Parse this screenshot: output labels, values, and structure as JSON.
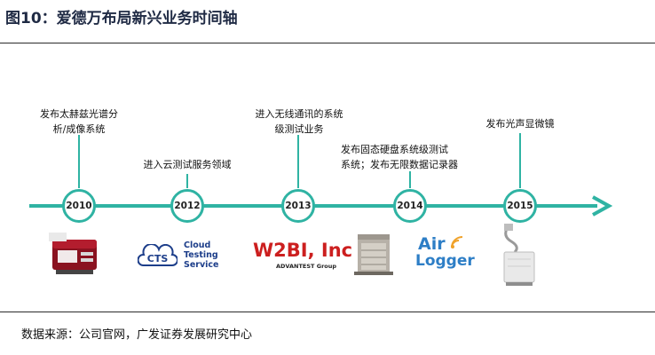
{
  "figure": {
    "title": "图10：爱德万布局新兴业务时间轴",
    "source": "数据来源：公司官网，广发证券发展研究中心"
  },
  "colors": {
    "accent": "#2fb3a3",
    "brand_red": "#cc1f1f",
    "logo_blue": "#2d7ec6",
    "cts_blue": "#1d3e8a"
  },
  "timeline": [
    {
      "year": "2010",
      "event": "发布太赫兹光谱分\n析/成像系统"
    },
    {
      "year": "2012",
      "event": "进入云测试服务领域"
    },
    {
      "year": "2013",
      "event": "进入无线通讯的系统\n级测试业务"
    },
    {
      "year": "2014",
      "event": "发布固态硬盘系统级测试\n系统；发布无限数据记录器"
    },
    {
      "year": "2015",
      "event": "发布光声显微镜"
    }
  ],
  "logos": {
    "cts_mark": "CTS",
    "cts_text": "Cloud\nTesting\nService",
    "w2bi": "W2BI, Inc",
    "w2bi_sub": "ADVANTEST Group",
    "air": "Air",
    "logger": "Logger"
  },
  "icons": {
    "terahertz_system_image": "instrument-photo",
    "ssd_tester_image": "server-rack-photo",
    "photoacoustic_microscope_image": "microscope-photo",
    "wifi_signal": "wifi-icon"
  }
}
